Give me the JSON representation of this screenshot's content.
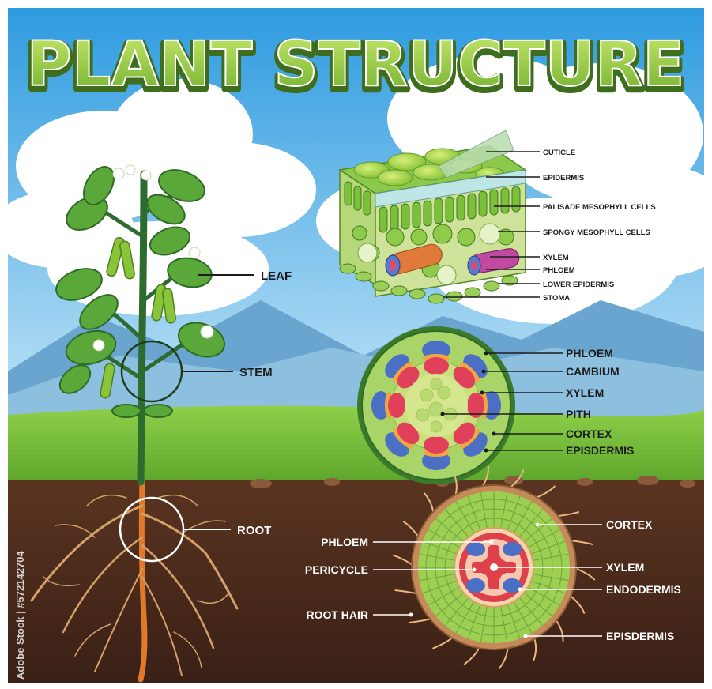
{
  "title": "PLANT STRUCTURE",
  "watermark": "Adobe Stock | #572142704",
  "plant_labels": {
    "leaf": "LEAF",
    "stem": "STEM",
    "root": "ROOT"
  },
  "leaf_section": {
    "labels": [
      "CUTICLE",
      "EPIDERMIS",
      "PALISADE MESOPHYLL CELLS",
      "SPONGY MESOPHYLL CELLS",
      "XYLEM",
      "PHLOEM",
      "LOWER EPIDERMIS",
      "STOMA"
    ]
  },
  "stem_section": {
    "labels": [
      "PHLOEM",
      "CAMBIUM",
      "XYLEM",
      "PITH",
      "CORTEX",
      "EPISDERMIS"
    ]
  },
  "root_section": {
    "left_labels": [
      "PHLOEM",
      "PERICYCLE",
      "ROOT HAIR"
    ],
    "right_labels": [
      "CORTEX",
      "XYLEM",
      "ENDODERMIS",
      "EPISDERMIS"
    ]
  },
  "colors": {
    "sky": "#3aa6e6",
    "grass": "#7cc13a",
    "soil": "#4a2a1c",
    "title_fill": "#8bc53f",
    "title_outline": "#3f6d1e",
    "stem_green": "#2e6b2e",
    "phloem_blue": "#4a6fc4",
    "xylem_red": "#e0405a",
    "pith_green": "#c8e07a"
  }
}
